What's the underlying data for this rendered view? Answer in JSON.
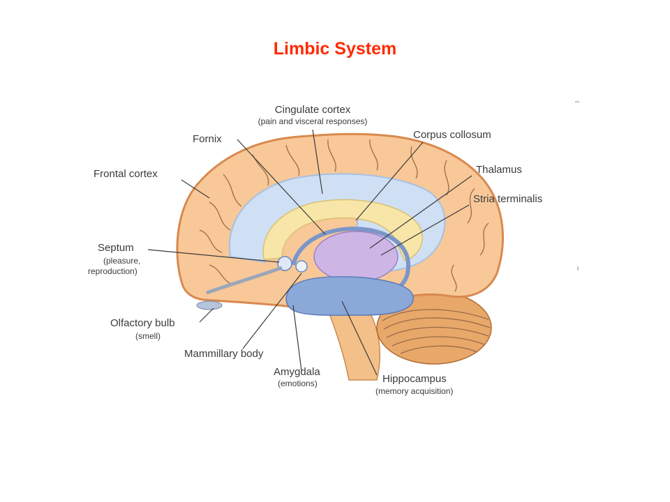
{
  "title": "Limbic System",
  "colors": {
    "title": "#ff2a00",
    "cortex": "#f8c898",
    "cortex_dark": "#e2935a",
    "cingulate": "#cfe0f4",
    "corpus": "#f7e6a8",
    "thalamus": "#cdb6e6",
    "hippocampus": "#8aa8d8",
    "cerebellum": "#e8a86a",
    "label_text": "#3a3a3a"
  },
  "labels": {
    "cingulate": {
      "name": "Cingulate cortex",
      "note": "(pain and visceral responses)"
    },
    "fornix": {
      "name": "Fornix"
    },
    "frontal": {
      "name": "Frontal cortex"
    },
    "corpus": {
      "name": "Corpus collosum"
    },
    "thalamus": {
      "name": "Thalamus"
    },
    "stria": {
      "name": "Stria terminalis"
    },
    "septum": {
      "name": "Septum",
      "note1": "(pleasure,",
      "note2": "reproduction)"
    },
    "olfactory": {
      "name": "Olfactory bulb",
      "note": "(smell)"
    },
    "mammillary": {
      "name": "Mammillary body"
    },
    "amygdala": {
      "name": "Amygdala",
      "note": "(emotions)"
    },
    "hippocampus": {
      "name": "Hippocampus",
      "note": "(memory acquisition)"
    }
  }
}
